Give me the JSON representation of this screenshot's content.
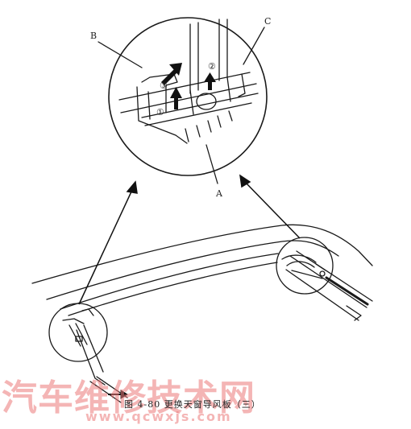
{
  "labels": {
    "b": "B",
    "c": "C",
    "a": "A",
    "step1": "①",
    "step2": "②",
    "step3": "③"
  },
  "caption": "图 4-80  更换天窗导风板（三）",
  "watermark": {
    "title": "汽车维修技术网",
    "url": "www.qcwxjs.com"
  }
}
